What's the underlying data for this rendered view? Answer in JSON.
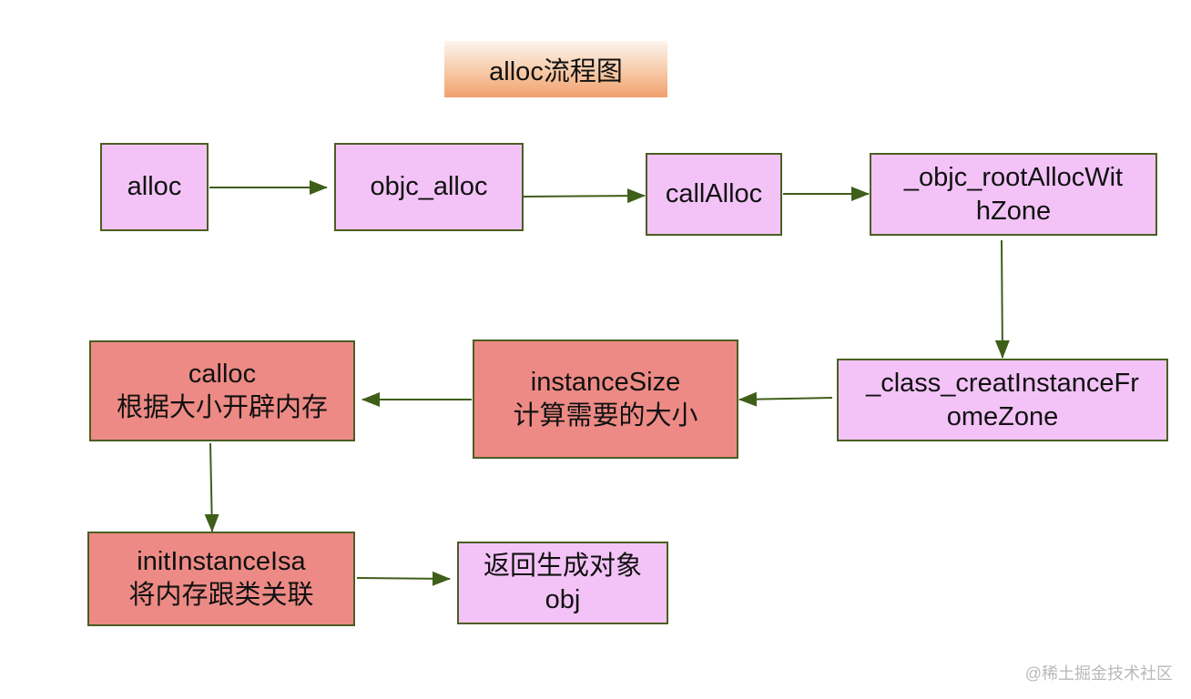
{
  "title": "alloc流程图",
  "nodes": {
    "alloc": {
      "lines": [
        "alloc"
      ],
      "style": "pink"
    },
    "objc_alloc": {
      "lines": [
        "objc_alloc"
      ],
      "style": "pink"
    },
    "callAlloc": {
      "lines": [
        "callAlloc"
      ],
      "style": "pink"
    },
    "objc_rootAllocWithZone": {
      "lines": [
        "_objc_rootAllocWit",
        "hZone"
      ],
      "style": "pink"
    },
    "class_createInstanceFromZone": {
      "lines": [
        "_class_creatInstanceFr",
        "omeZone"
      ],
      "style": "pink"
    },
    "instanceSize": {
      "lines": [
        "instanceSize",
        "计算需要的大小"
      ],
      "style": "red"
    },
    "calloc": {
      "lines": [
        "calloc",
        "根据大小开辟内存"
      ],
      "style": "red"
    },
    "initInstanceIsa": {
      "lines": [
        "initInstanceIsa",
        "将内存跟类关联"
      ],
      "style": "red"
    },
    "return_obj": {
      "lines": [
        "返回生成对象",
        "obj"
      ],
      "style": "pink"
    }
  },
  "edges": [
    {
      "from": "alloc",
      "to": "objc_alloc"
    },
    {
      "from": "objc_alloc",
      "to": "callAlloc"
    },
    {
      "from": "callAlloc",
      "to": "objc_rootAllocWithZone"
    },
    {
      "from": "objc_rootAllocWithZone",
      "to": "class_createInstanceFromZone"
    },
    {
      "from": "class_createInstanceFromZone",
      "to": "instanceSize"
    },
    {
      "from": "instanceSize",
      "to": "calloc"
    },
    {
      "from": "calloc",
      "to": "initInstanceIsa"
    },
    {
      "from": "initInstanceIsa",
      "to": "return_obj"
    }
  ],
  "colors": {
    "pink_fill": "#f3c3f7",
    "red_fill": "#ed8a85",
    "border": "#4a5e22",
    "arrow": "#3f5e1a"
  },
  "watermark": "@稀土掘金技术社区"
}
